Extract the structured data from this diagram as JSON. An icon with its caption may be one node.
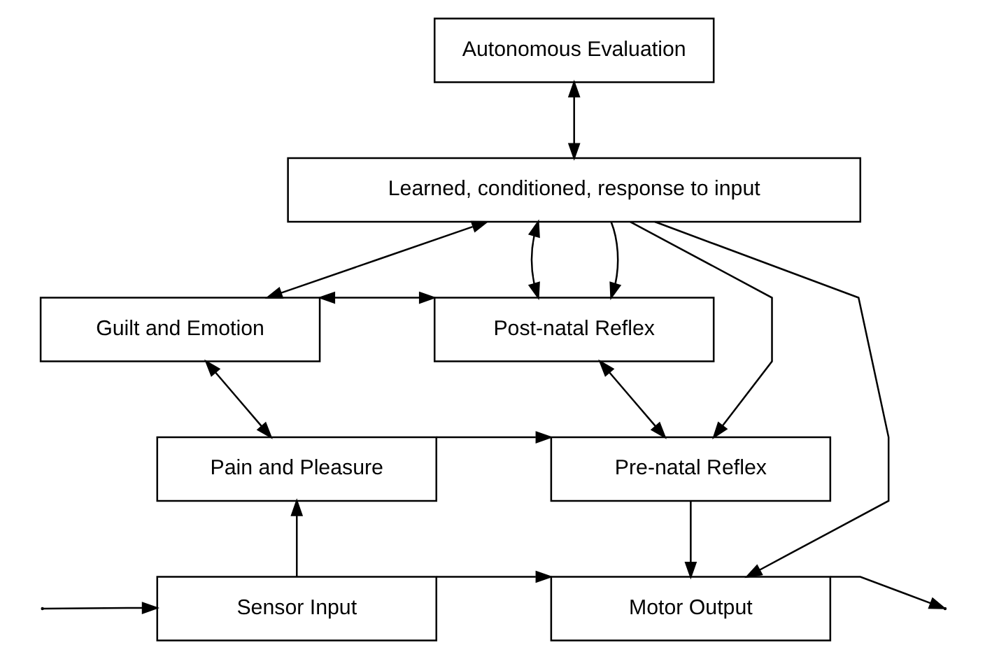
{
  "diagram": {
    "nodes": [
      {
        "text": [
          "Autonomous Evaluation"
        ]
      },
      {
        "text": [
          "Learned, conditioned, response to input"
        ]
      },
      {
        "text": [
          "Guilt and Emotion"
        ]
      },
      {
        "text": [
          "Post-natal Reflex"
        ]
      },
      {
        "text": [
          "Pain and Pleasure"
        ]
      },
      {
        "text": [
          "Pre-natal Reflex"
        ]
      },
      {
        "text": [
          "Sensor Input"
        ]
      },
      {
        "text": [
          "Motor Output"
        ]
      }
    ],
    "edges": [
      {
        "from": 0,
        "to": 1,
        "arrow": "both"
      },
      {
        "from": 1,
        "to": 2,
        "arrow": "both"
      },
      {
        "from": 1,
        "to": 3,
        "arrow": "both"
      },
      {
        "from": 1,
        "to": 3,
        "arrow": "to"
      },
      {
        "from": 1,
        "to": 5,
        "arrow": "to"
      },
      {
        "from": 1,
        "to": 7,
        "arrow": "to"
      },
      {
        "from": 2,
        "to": 3,
        "arrow": "both"
      },
      {
        "from": 2,
        "to": 4,
        "arrow": "both"
      },
      {
        "from": 3,
        "to": 5,
        "arrow": "both"
      },
      {
        "from": 4,
        "to": 5,
        "arrow": "to"
      },
      {
        "from": 6,
        "to": 4,
        "arrow": "to"
      },
      {
        "from": 6,
        "to": 7,
        "arrow": "to"
      },
      {
        "from": 5,
        "to": 7,
        "arrow": "to"
      },
      {
        "from": null,
        "to": 6,
        "arrow": "to"
      },
      {
        "from": 7,
        "to": null,
        "arrow": "to"
      }
    ]
  }
}
